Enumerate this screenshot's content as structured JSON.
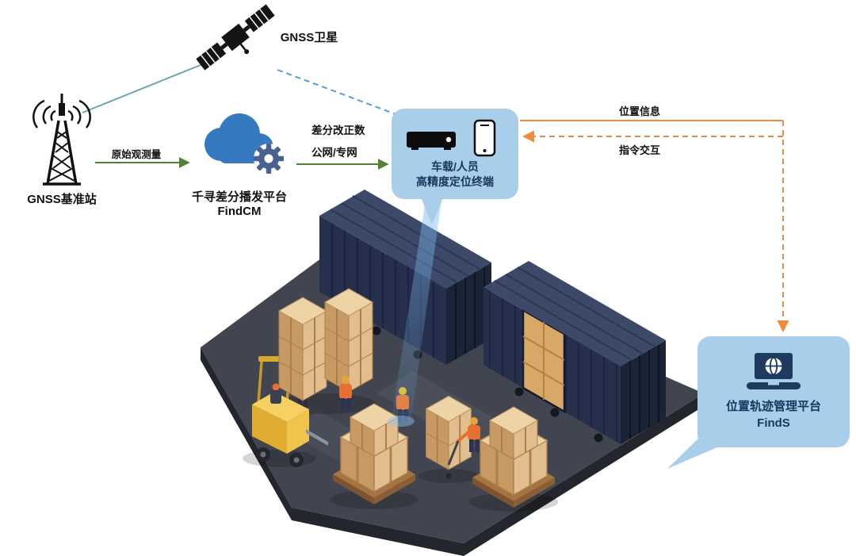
{
  "nodes": {
    "satellite": {
      "label": "GNSS卫星",
      "icon": "satellite-icon"
    },
    "base_station": {
      "label": "GNSS基准站",
      "icon": "radio-tower-icon"
    },
    "cloud_platform": {
      "label": "千寻差分播发平台",
      "name": "FindCM",
      "icon": "cloud-gear-icon"
    },
    "terminal": {
      "line1": "车载/人员",
      "line2": "高精度定位终端",
      "icons": [
        "receiver-icon",
        "smartphone-icon"
      ]
    },
    "management_platform": {
      "label": "位置轨迹管理平台",
      "name": "FindS",
      "icon": "laptop-globe-icon"
    }
  },
  "edges": {
    "raw_observation": {
      "label": "原始观测量"
    },
    "corrections": {
      "label_line1": "差分改正数",
      "label_line2": "公网/专网"
    },
    "position_info": {
      "label": "位置信息"
    },
    "command_interaction": {
      "label": "指令交互"
    }
  },
  "scene": {
    "elements": [
      "shipping-containers",
      "forklift",
      "pallet-boxes",
      "workers",
      "positioning-beam",
      "yard-platform"
    ]
  },
  "colors": {
    "accent_blue": "#A9CEE9",
    "cloud_blue": "#3579BF",
    "gear_blue": "#4A628F",
    "arrow_green": "#538135",
    "arrow_orange": "#ED8C3F",
    "line_teal": "#6FA3B2",
    "line_blue": "#5B9BD5",
    "text_navy": "#17365D",
    "text_black": "#111111",
    "container_navy": "#262F4B",
    "crate_tan": "#E2BD8D",
    "platform_gray": "#41454F",
    "beam_blue": "#7CBAF0"
  }
}
